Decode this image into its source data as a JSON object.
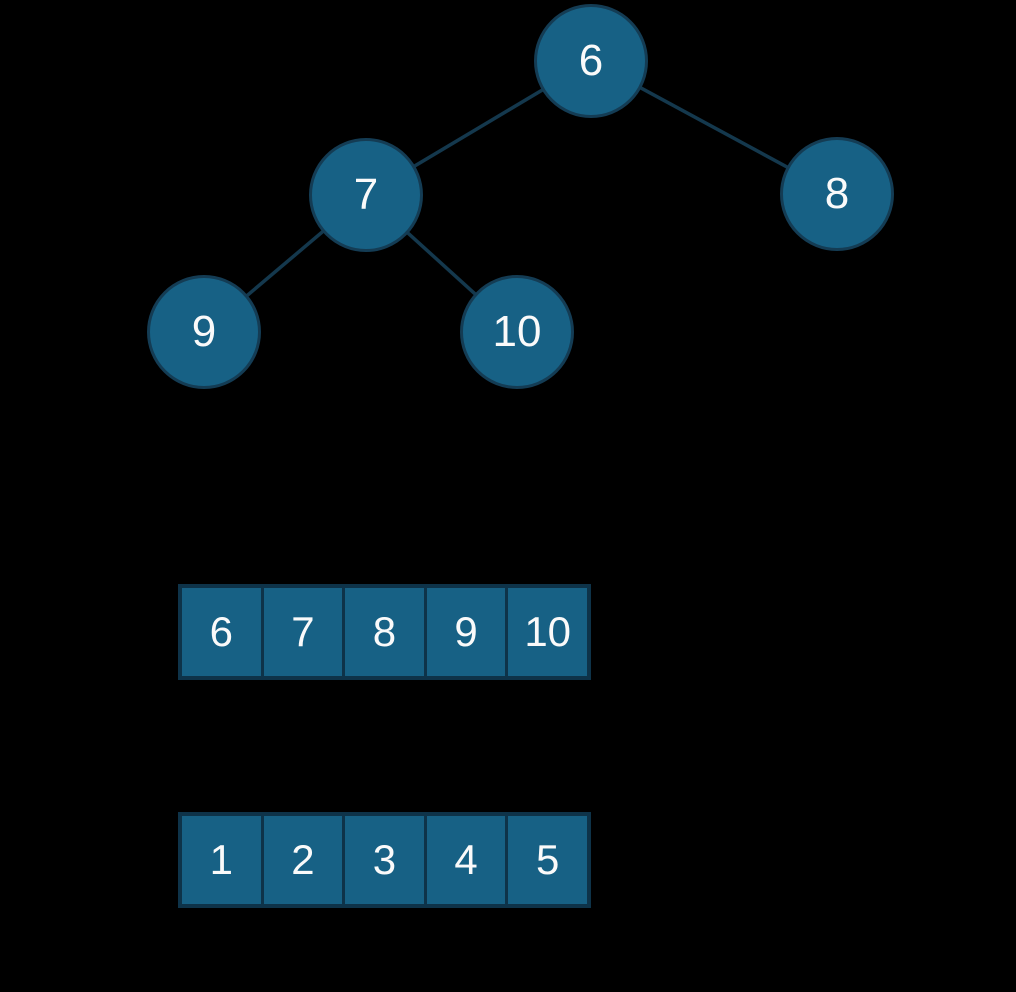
{
  "figure": {
    "description": "Binary tree with level-order values and two arrays",
    "colors": {
      "background": "#000000",
      "node_fill": "#176185",
      "node_border": "#143c54",
      "edge_color": "#14384d",
      "cell_fill": "#176185",
      "cell_border": "#0e3349",
      "text_color": "#fafafa"
    }
  },
  "tree": {
    "nodes": [
      {
        "value": "6",
        "role": "root"
      },
      {
        "value": "7",
        "role": "left-child-of-6"
      },
      {
        "value": "8",
        "role": "right-child-of-6"
      },
      {
        "value": "9",
        "role": "left-child-of-7"
      },
      {
        "value": "10",
        "role": "right-child-of-7"
      }
    ],
    "edges": [
      {
        "from": "6",
        "to": "7"
      },
      {
        "from": "6",
        "to": "8"
      },
      {
        "from": "7",
        "to": "9"
      },
      {
        "from": "7",
        "to": "10"
      }
    ]
  },
  "arrays": {
    "top": {
      "values": [
        "6",
        "7",
        "8",
        "9",
        "10"
      ]
    },
    "bottom": {
      "values": [
        "1",
        "2",
        "3",
        "4",
        "5"
      ]
    }
  }
}
